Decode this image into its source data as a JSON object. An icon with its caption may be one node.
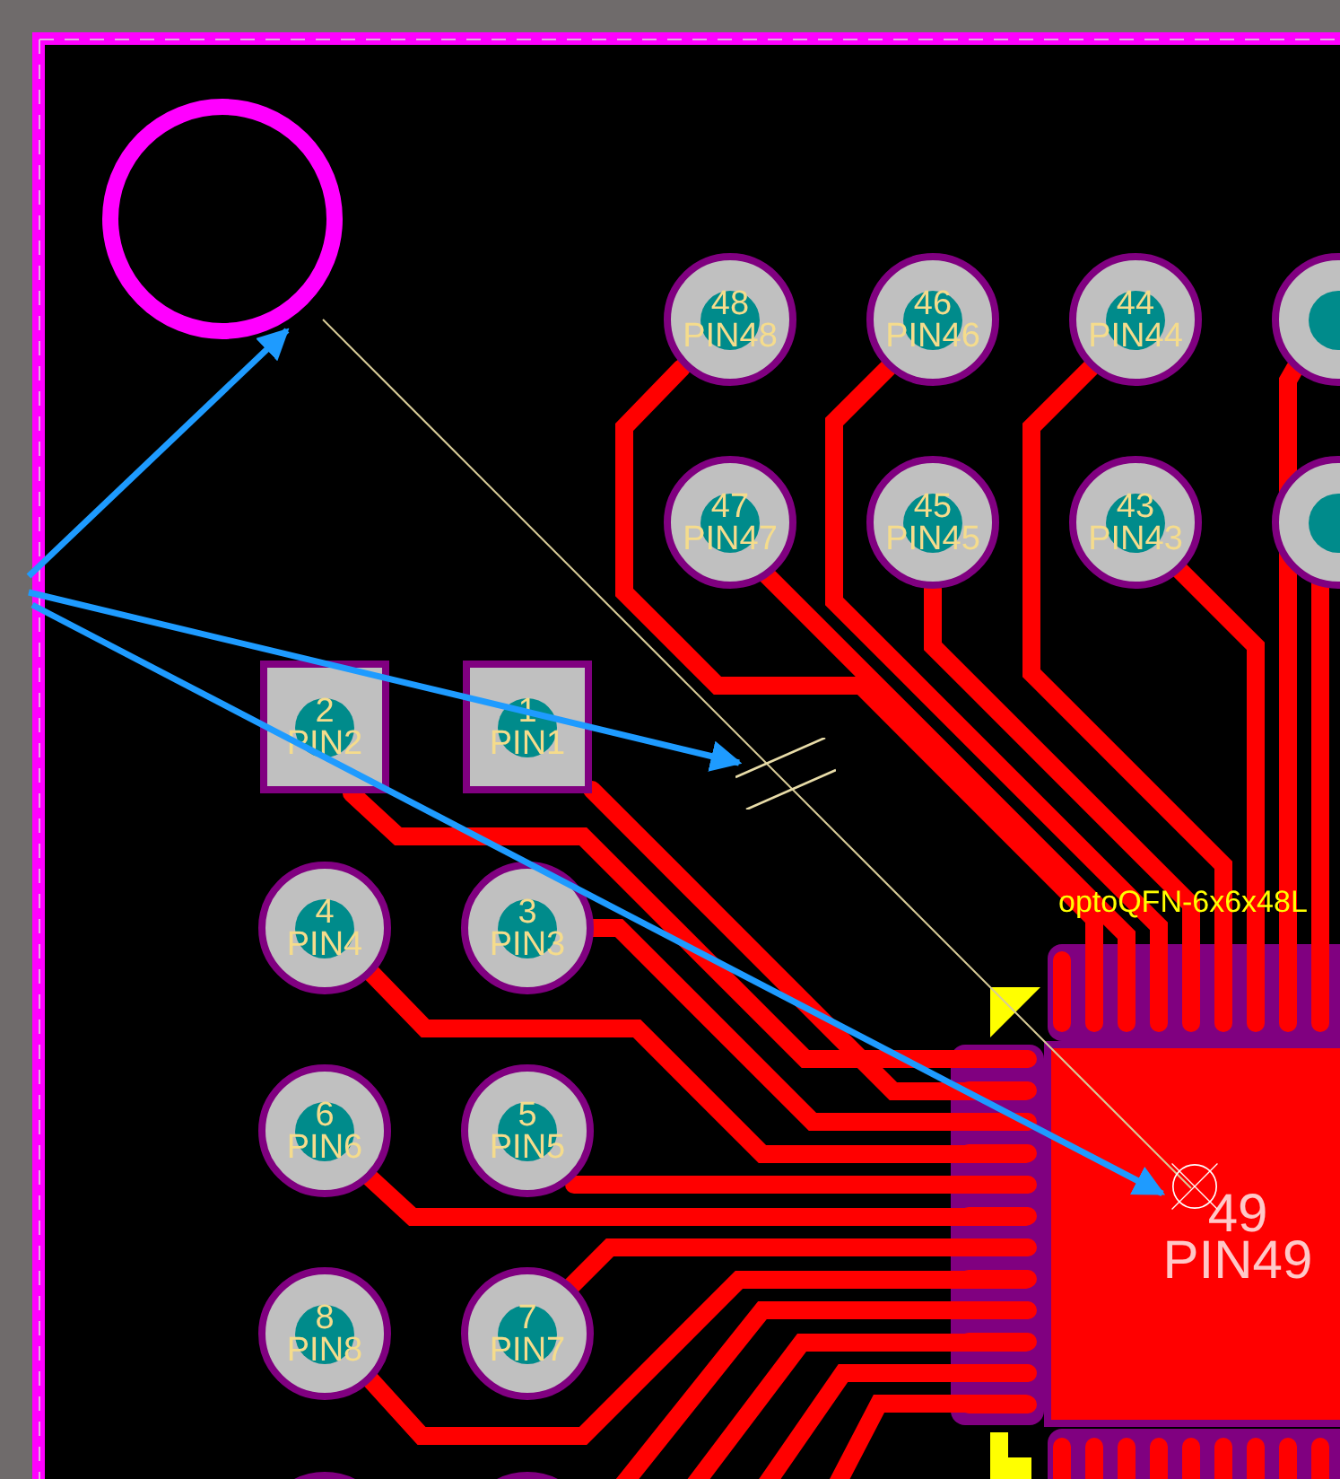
{
  "diagram": {
    "nodes": [
      {
        "text": [],
        "shape": "circle"
      },
      {
        "text": [
          "48",
          "PIN48"
        ]
      },
      {
        "text": [
          "46",
          "PIN46"
        ]
      },
      {
        "text": [
          "44",
          "PIN44"
        ]
      },
      {
        "text": [],
        "shape": "circle"
      },
      {
        "text": [
          "47",
          "PIN47"
        ]
      },
      {
        "text": [
          "45",
          "PIN45"
        ]
      },
      {
        "text": [
          "43",
          "PIN43"
        ]
      },
      {
        "text": [],
        "shape": "circle"
      },
      {
        "text": [
          "2",
          "PIN2"
        ]
      },
      {
        "text": [
          "1",
          "PIN1"
        ]
      },
      {
        "text": [],
        "shape": "bar"
      },
      {
        "text": [
          "4",
          "PIN4"
        ]
      },
      {
        "text": [
          "3",
          "PIN3"
        ]
      },
      {
        "text": [
          "6",
          "PIN6"
        ]
      },
      {
        "text": [
          "5",
          "PIN5"
        ]
      },
      {
        "text": [
          "49",
          "PIN49"
        ]
      },
      {
        "text": [
          "8",
          "PIN8"
        ]
      },
      {
        "text": [
          "7",
          "PIN7"
        ]
      },
      {
        "text": [],
        "shape": "circle"
      },
      {
        "text": [],
        "shape": "circle"
      }
    ],
    "edges": [
      {
        "from": null,
        "to": 0,
        "arrow": "to"
      },
      {
        "from": null,
        "to": 11,
        "arrow": "to"
      },
      {
        "from": null,
        "to": 16,
        "arrow": "to"
      }
    ],
    "labels": [
      "optoQFN-6x6x48L"
    ]
  }
}
